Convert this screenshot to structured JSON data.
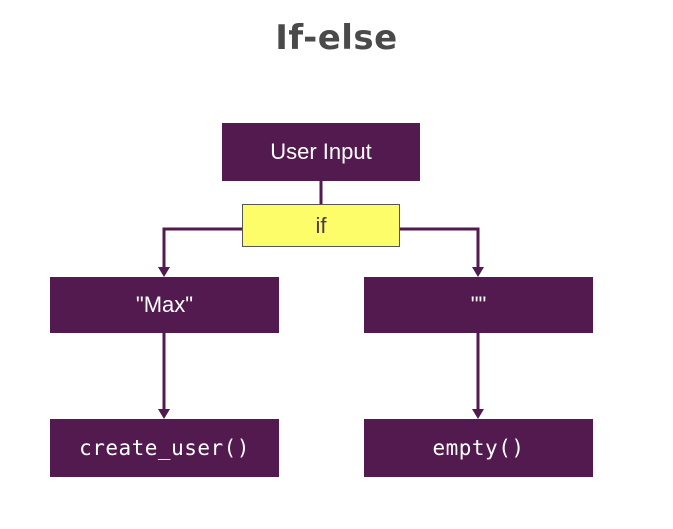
{
  "title": "If-else",
  "nodes": {
    "root": "User Input",
    "decision": "if",
    "left_value": "\"Max\"",
    "right_value": "\"\"",
    "left_action": "create_user()",
    "right_action": "empty()"
  },
  "colors": {
    "node_fill": "#521a4e",
    "decision_fill": "#fdfd6a",
    "connector": "#521a4e",
    "title": "#4a4a4a"
  }
}
